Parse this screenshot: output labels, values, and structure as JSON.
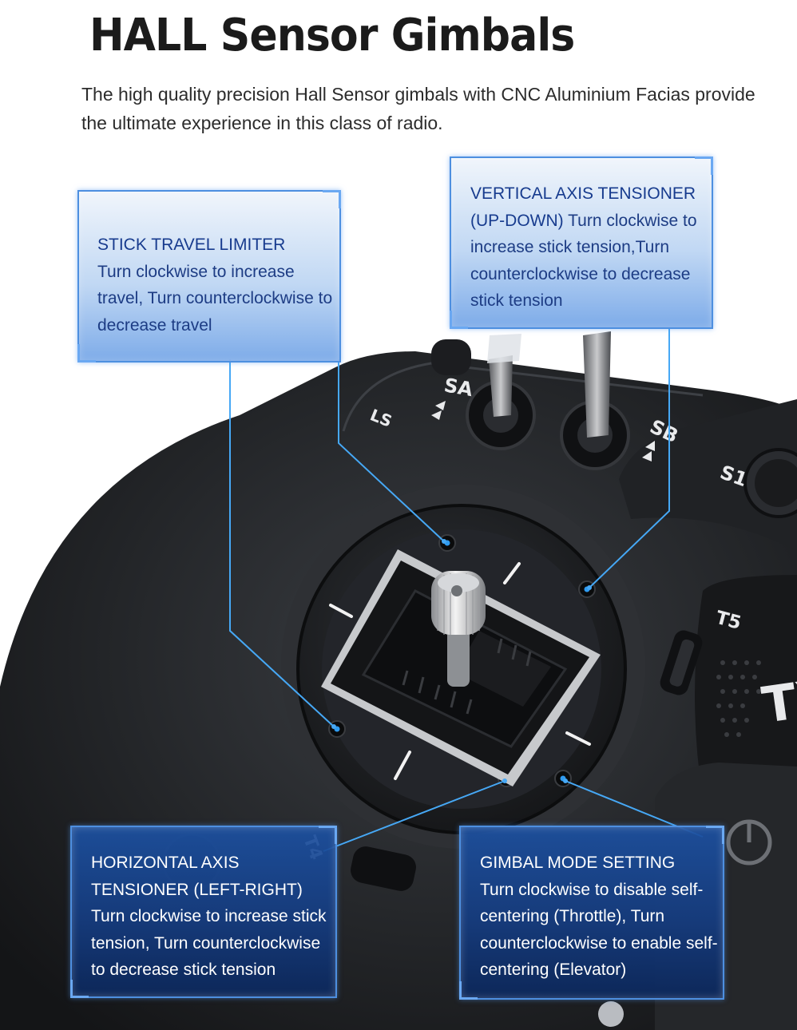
{
  "headline": "HALL Sensor Gimbals",
  "intro": "The high quality precision Hall Sensor gimbals with CNC Aluminium Facias provide the ultimate experience in this class of radio.",
  "device_labels": {
    "ls": "LS",
    "sa": "SA",
    "sb": "SB",
    "s1": "S1",
    "t5": "T5",
    "t4": "T4",
    "brand": "TX"
  },
  "callouts": {
    "stick_travel": {
      "title": "STICK TRAVEL LIMITER",
      "body": "Turn clockwise to increase travel, Turn counterclockwise to decrease travel"
    },
    "vertical_axis": {
      "title": "VERTICAL AXIS TENSIONER (UP-DOWN)",
      "body": "Turn clockwise to increase stick tension,Turn counterclockwise to decrease stick tension"
    },
    "horizontal_axis": {
      "title": "HORIZONTAL AXIS TENSIONER (LEFT-RIGHT)",
      "body": "Turn clockwise to increase stick tension, Turn counterclockwise to decrease stick tension"
    },
    "gimbal_mode": {
      "title": "GIMBAL MODE SETTING",
      "body": "Turn clockwise to disable self-centering (Throttle), Turn counterclockwise to enable self-centering (Elevator)"
    }
  },
  "colors": {
    "leader_line": "#46a8f5",
    "callout_border": "#4d8fe0",
    "light_title": "#173b8e",
    "dark_fill": "#1a4f9e",
    "radio_body": "#1e2023"
  }
}
